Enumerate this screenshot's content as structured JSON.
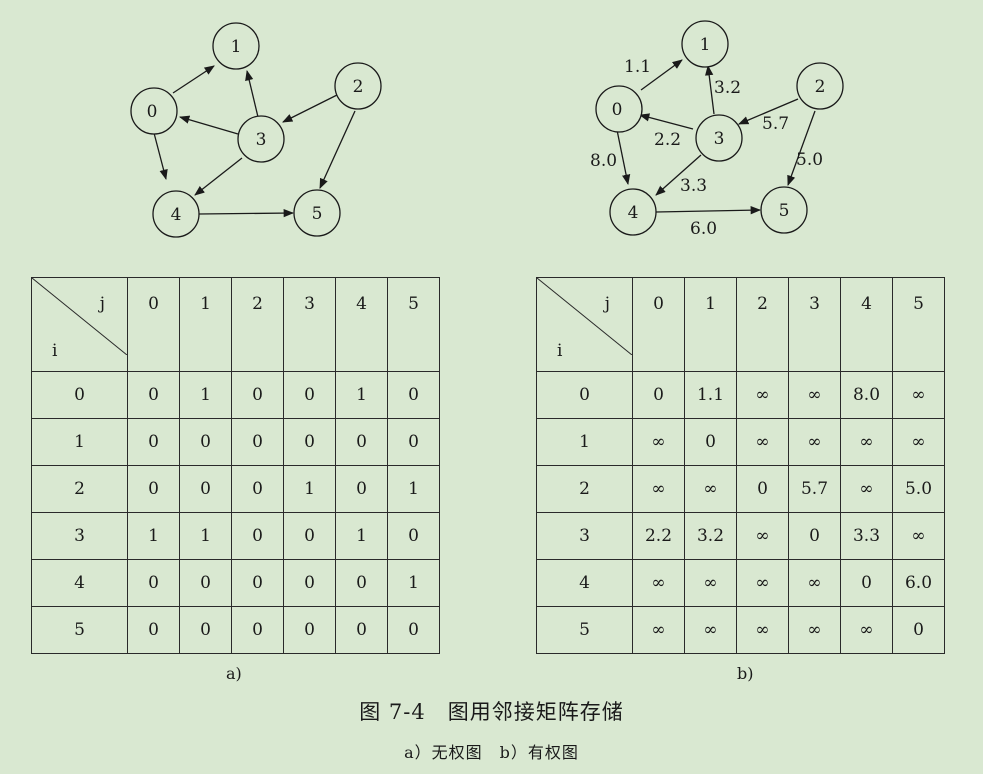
{
  "graph_a": {
    "nodes": [
      "0",
      "1",
      "2",
      "3",
      "4",
      "5"
    ]
  },
  "graph_b": {
    "nodes": [
      "0",
      "1",
      "2",
      "3",
      "4",
      "5"
    ],
    "weights": [
      "1.1",
      "3.2",
      "5.7",
      "2.2",
      "8.0",
      "3.3",
      "5.0",
      "6.0"
    ]
  },
  "table_a": {
    "corner_j": "j",
    "corner_i": "i",
    "col_headers": [
      "0",
      "1",
      "2",
      "3",
      "4",
      "5"
    ],
    "rows": [
      {
        "label": "0",
        "cells": [
          "0",
          "1",
          "0",
          "0",
          "1",
          "0"
        ]
      },
      {
        "label": "1",
        "cells": [
          "0",
          "0",
          "0",
          "0",
          "0",
          "0"
        ]
      },
      {
        "label": "2",
        "cells": [
          "0",
          "0",
          "0",
          "1",
          "0",
          "1"
        ]
      },
      {
        "label": "3",
        "cells": [
          "1",
          "1",
          "0",
          "0",
          "1",
          "0"
        ]
      },
      {
        "label": "4",
        "cells": [
          "0",
          "0",
          "0",
          "0",
          "0",
          "1"
        ]
      },
      {
        "label": "5",
        "cells": [
          "0",
          "0",
          "0",
          "0",
          "0",
          "0"
        ]
      }
    ],
    "sublabel": "a)"
  },
  "table_b": {
    "corner_j": "j",
    "corner_i": "i",
    "col_headers": [
      "0",
      "1",
      "2",
      "3",
      "4",
      "5"
    ],
    "rows": [
      {
        "label": "0",
        "cells": [
          "0",
          "1.1",
          "∞",
          "∞",
          "8.0",
          "∞"
        ]
      },
      {
        "label": "1",
        "cells": [
          "∞",
          "0",
          "∞",
          "∞",
          "∞",
          "∞"
        ]
      },
      {
        "label": "2",
        "cells": [
          "∞",
          "∞",
          "0",
          "5.7",
          "∞",
          "5.0"
        ]
      },
      {
        "label": "3",
        "cells": [
          "2.2",
          "3.2",
          "∞",
          "0",
          "3.3",
          "∞"
        ]
      },
      {
        "label": "4",
        "cells": [
          "∞",
          "∞",
          "∞",
          "∞",
          "0",
          "6.0"
        ]
      },
      {
        "label": "5",
        "cells": [
          "∞",
          "∞",
          "∞",
          "∞",
          "∞",
          "0"
        ]
      }
    ],
    "sublabel": "b)"
  },
  "caption": "图 7-4　图用邻接矩阵存储",
  "subcaption": "a）无权图　b）有权图"
}
